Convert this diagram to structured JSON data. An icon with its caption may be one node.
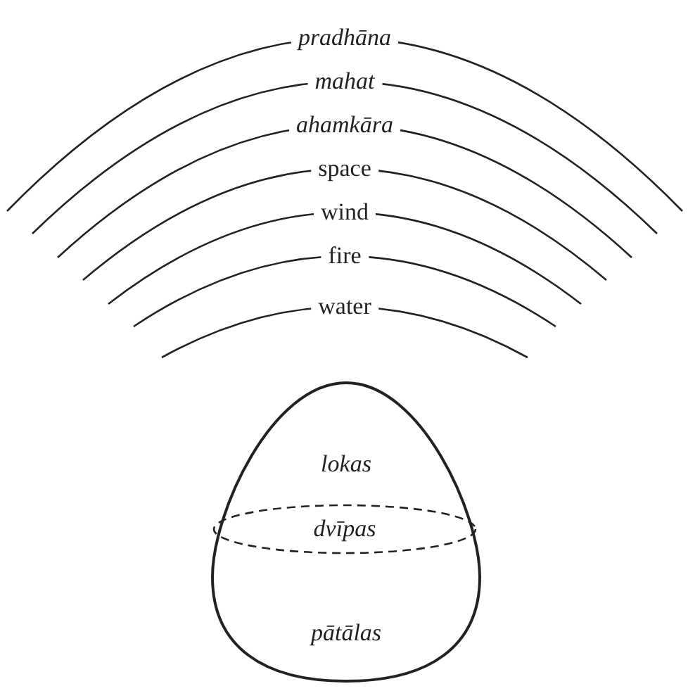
{
  "diagram": {
    "nodes": [
      {
        "text": [
          "pradhāna"
        ]
      },
      {
        "text": [
          "mahat"
        ]
      },
      {
        "text": [
          "ahamkāra"
        ]
      },
      {
        "text": [
          "space"
        ]
      },
      {
        "text": [
          "wind"
        ]
      },
      {
        "text": [
          "fire"
        ]
      },
      {
        "text": [
          "water"
        ]
      },
      {
        "text": [
          "lokas",
          "pātālas"
        ]
      },
      {
        "text": [
          "dvīpas"
        ],
        "in": 7
      }
    ]
  }
}
